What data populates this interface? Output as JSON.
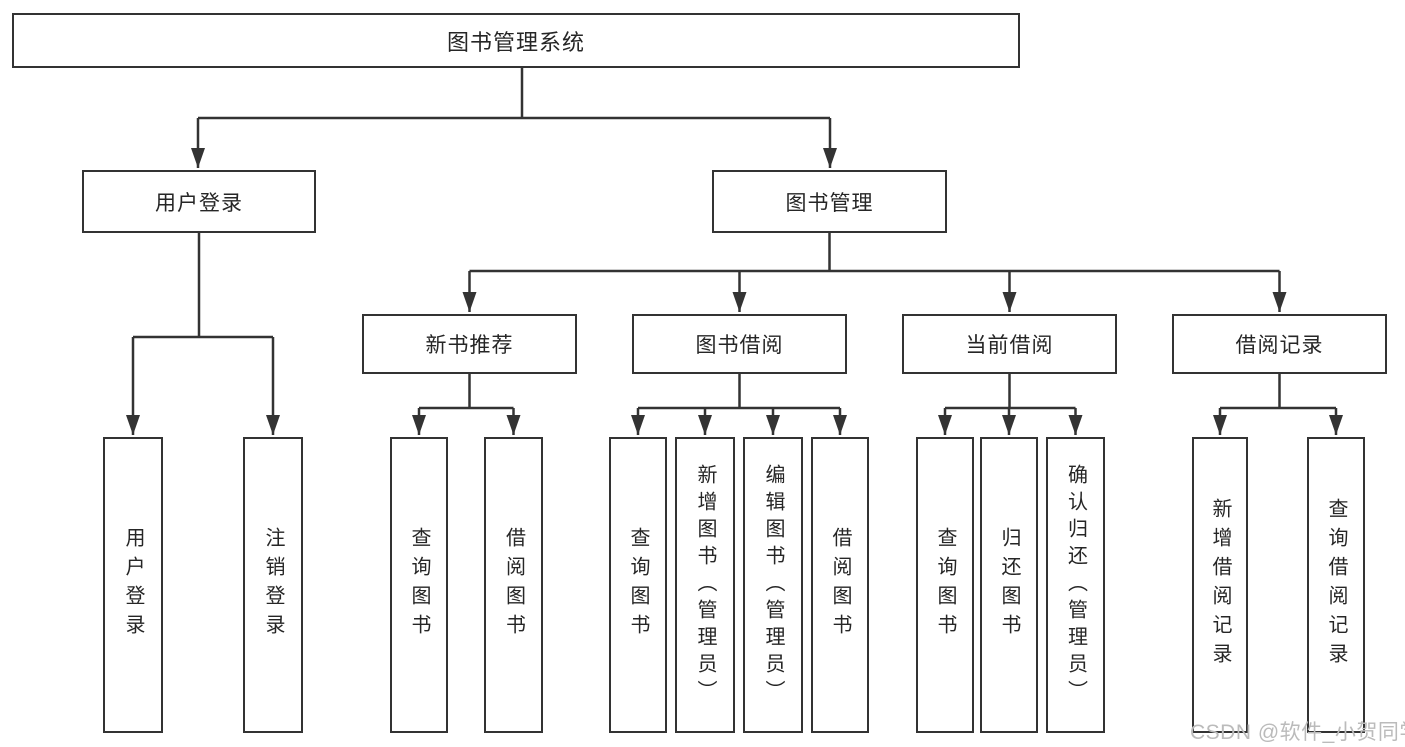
{
  "root": {
    "label": "图书管理系统"
  },
  "level1": {
    "user_login": {
      "label": "用户登录"
    },
    "book_management": {
      "label": "图书管理"
    }
  },
  "level2": {
    "new_book_recommend": {
      "label": "新书推荐"
    },
    "book_borrow": {
      "label": "图书借阅"
    },
    "current_borrow": {
      "label": "当前借阅"
    },
    "borrow_records": {
      "label": "借阅记录"
    }
  },
  "leaves": {
    "user_login_leaf": {
      "label": "用户登录"
    },
    "logout_leaf": {
      "label": "注销登录"
    },
    "recommend_query_books": {
      "label": "查询图书"
    },
    "recommend_borrow_books": {
      "label": "借阅图书"
    },
    "borrow_query_books": {
      "label": "查询图书"
    },
    "borrow_add_books": {
      "label": "新增图书（管理员）"
    },
    "borrow_edit_books": {
      "label": "编辑图书（管理员）"
    },
    "borrow_borrow_books": {
      "label": "借阅图书"
    },
    "current_query_books": {
      "label": "查询图书"
    },
    "current_return_books": {
      "label": "归还图书"
    },
    "current_confirm_return": {
      "label": "确认归还（管理员）"
    },
    "records_add_record": {
      "label": "新增借阅记录"
    },
    "records_query_record": {
      "label": "查询借阅记录"
    }
  },
  "watermark": {
    "text": "CSDN @软件_小贺同学"
  },
  "colors": {
    "line": "#333333",
    "box_border": "#333333",
    "text": "#262626",
    "background": "#ffffff",
    "watermark": "#bbbbbb"
  }
}
